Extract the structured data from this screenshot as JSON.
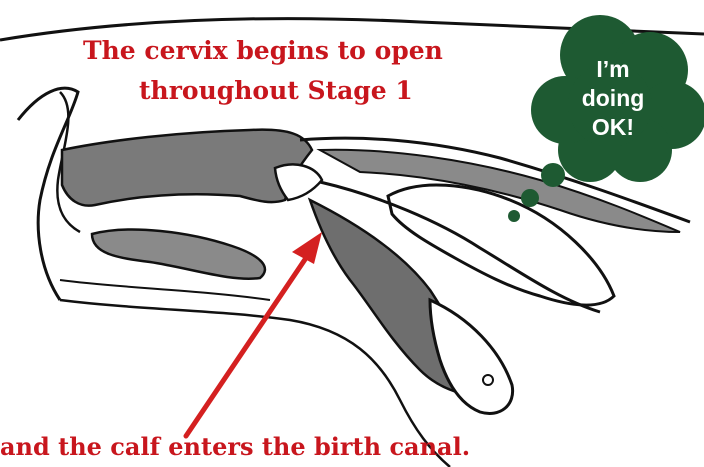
{
  "captions": {
    "top_line_1": "The cervix begins to open",
    "top_line_2": "throughout Stage 1",
    "bottom": "and the calf enters the birth canal."
  },
  "thought_bubble": {
    "line_1": "I’m",
    "line_2": "doing",
    "line_3": "OK!",
    "color": "#1e5a32"
  },
  "colors": {
    "caption_text": "#c8161d",
    "arrow": "#d42020",
    "tissue": "#777777",
    "outline": "#111111"
  }
}
